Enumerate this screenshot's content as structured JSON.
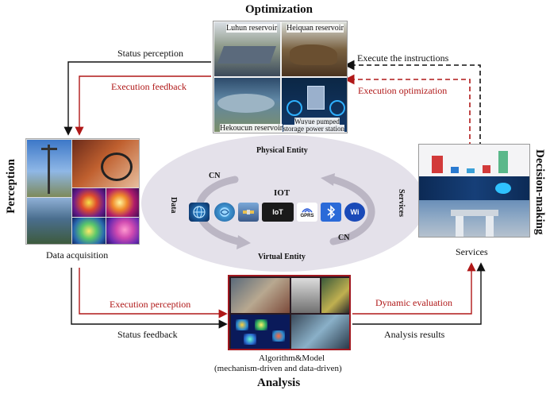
{
  "titles": {
    "top": "Optimization",
    "left": "Perception",
    "right": "Decision-making",
    "bottom": "Analysis"
  },
  "optimization_panel": {
    "tl": "Luhun reservoir",
    "tr": "Heiquan reservoir",
    "bl": "Hekoucun reservoir",
    "br_line1": "Wuyue pumped",
    "br_line2": "storage power station"
  },
  "flows": {
    "status_perception": "Status perception",
    "execution_feedback": "Execution feedback",
    "execute_instructions": "Execute the instructions",
    "execution_optimization": "Execution optimization",
    "execution_perception": "Execution perception",
    "status_feedback": "Status feedback",
    "dynamic_evaluation": "Dynamic evaluation",
    "analysis_results": "Analysis results"
  },
  "nodes": {
    "data_acquisition": "Data acquisition",
    "services": "Services",
    "algorithm_line1": "Algorithm&Model",
    "algorithm_line2": "(mechanism-driven and data-driven)"
  },
  "center": {
    "physical_entity": "Physical Entity",
    "virtual_entity": "Virtual Entity",
    "iot": "IOT",
    "cn_top": "CN",
    "cn_bottom": "CN",
    "data": "Data",
    "services": "Services",
    "icons": [
      "globe-icon",
      "network-icon",
      "satellite-icon",
      "iot-icon",
      "gprs-icon",
      "bluetooth-icon",
      "wifi-icon"
    ],
    "iot_icon_text": "IoT",
    "gprs_text": "GPRS",
    "wifi_text": "Wi"
  },
  "colors": {
    "feedback_red": "#b01818",
    "black": "#111111",
    "ellipse_fill": "#e4e1ea"
  }
}
